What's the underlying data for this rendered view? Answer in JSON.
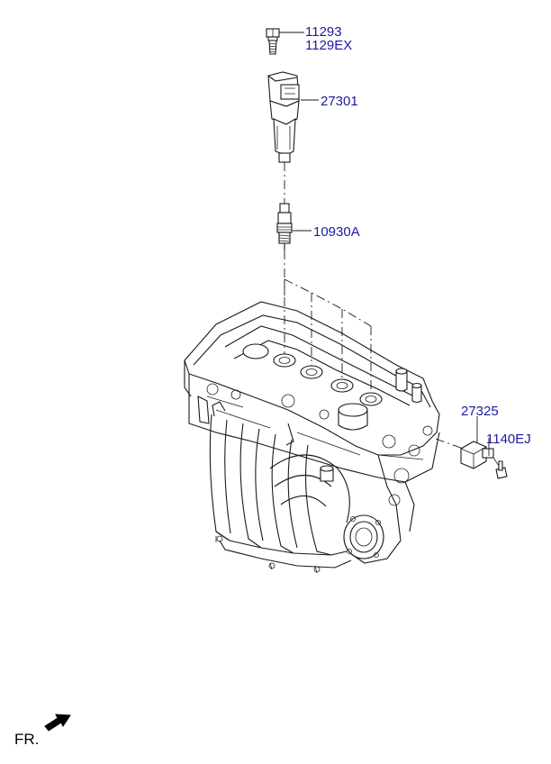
{
  "parts": [
    {
      "id": "bolt",
      "numbers": [
        "11293",
        "1129EX"
      ]
    },
    {
      "id": "ignition-coil",
      "numbers": [
        "27301"
      ]
    },
    {
      "id": "spark-plug",
      "numbers": [
        "10930A"
      ]
    },
    {
      "id": "sensor",
      "numbers": [
        "27325"
      ]
    },
    {
      "id": "sensor-bolt",
      "numbers": [
        "1140EJ"
      ]
    }
  ],
  "orientation": {
    "label": "FR."
  }
}
